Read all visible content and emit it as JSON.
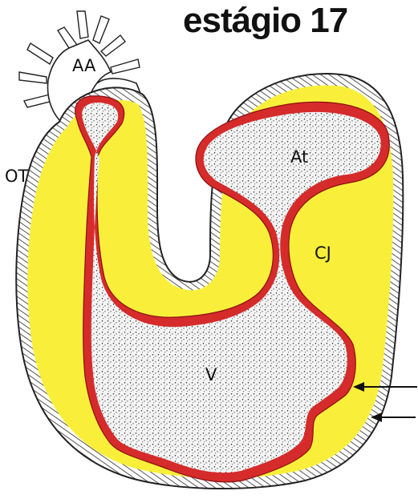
{
  "title": "estágio 17",
  "labels": {
    "aa": "AA",
    "ot": "OT",
    "at": "At",
    "cj": "CJ",
    "v": "V"
  },
  "colors": {
    "cardiac_jelly": "#f9ef3a",
    "myocardium_outline": "#333333",
    "endocardium": "#d62b2b",
    "blood_stipple": "#222222",
    "background": "#ffffff"
  },
  "icons": {
    "arrow_1": "left-arrow",
    "arrow_2": "left-arrow"
  }
}
